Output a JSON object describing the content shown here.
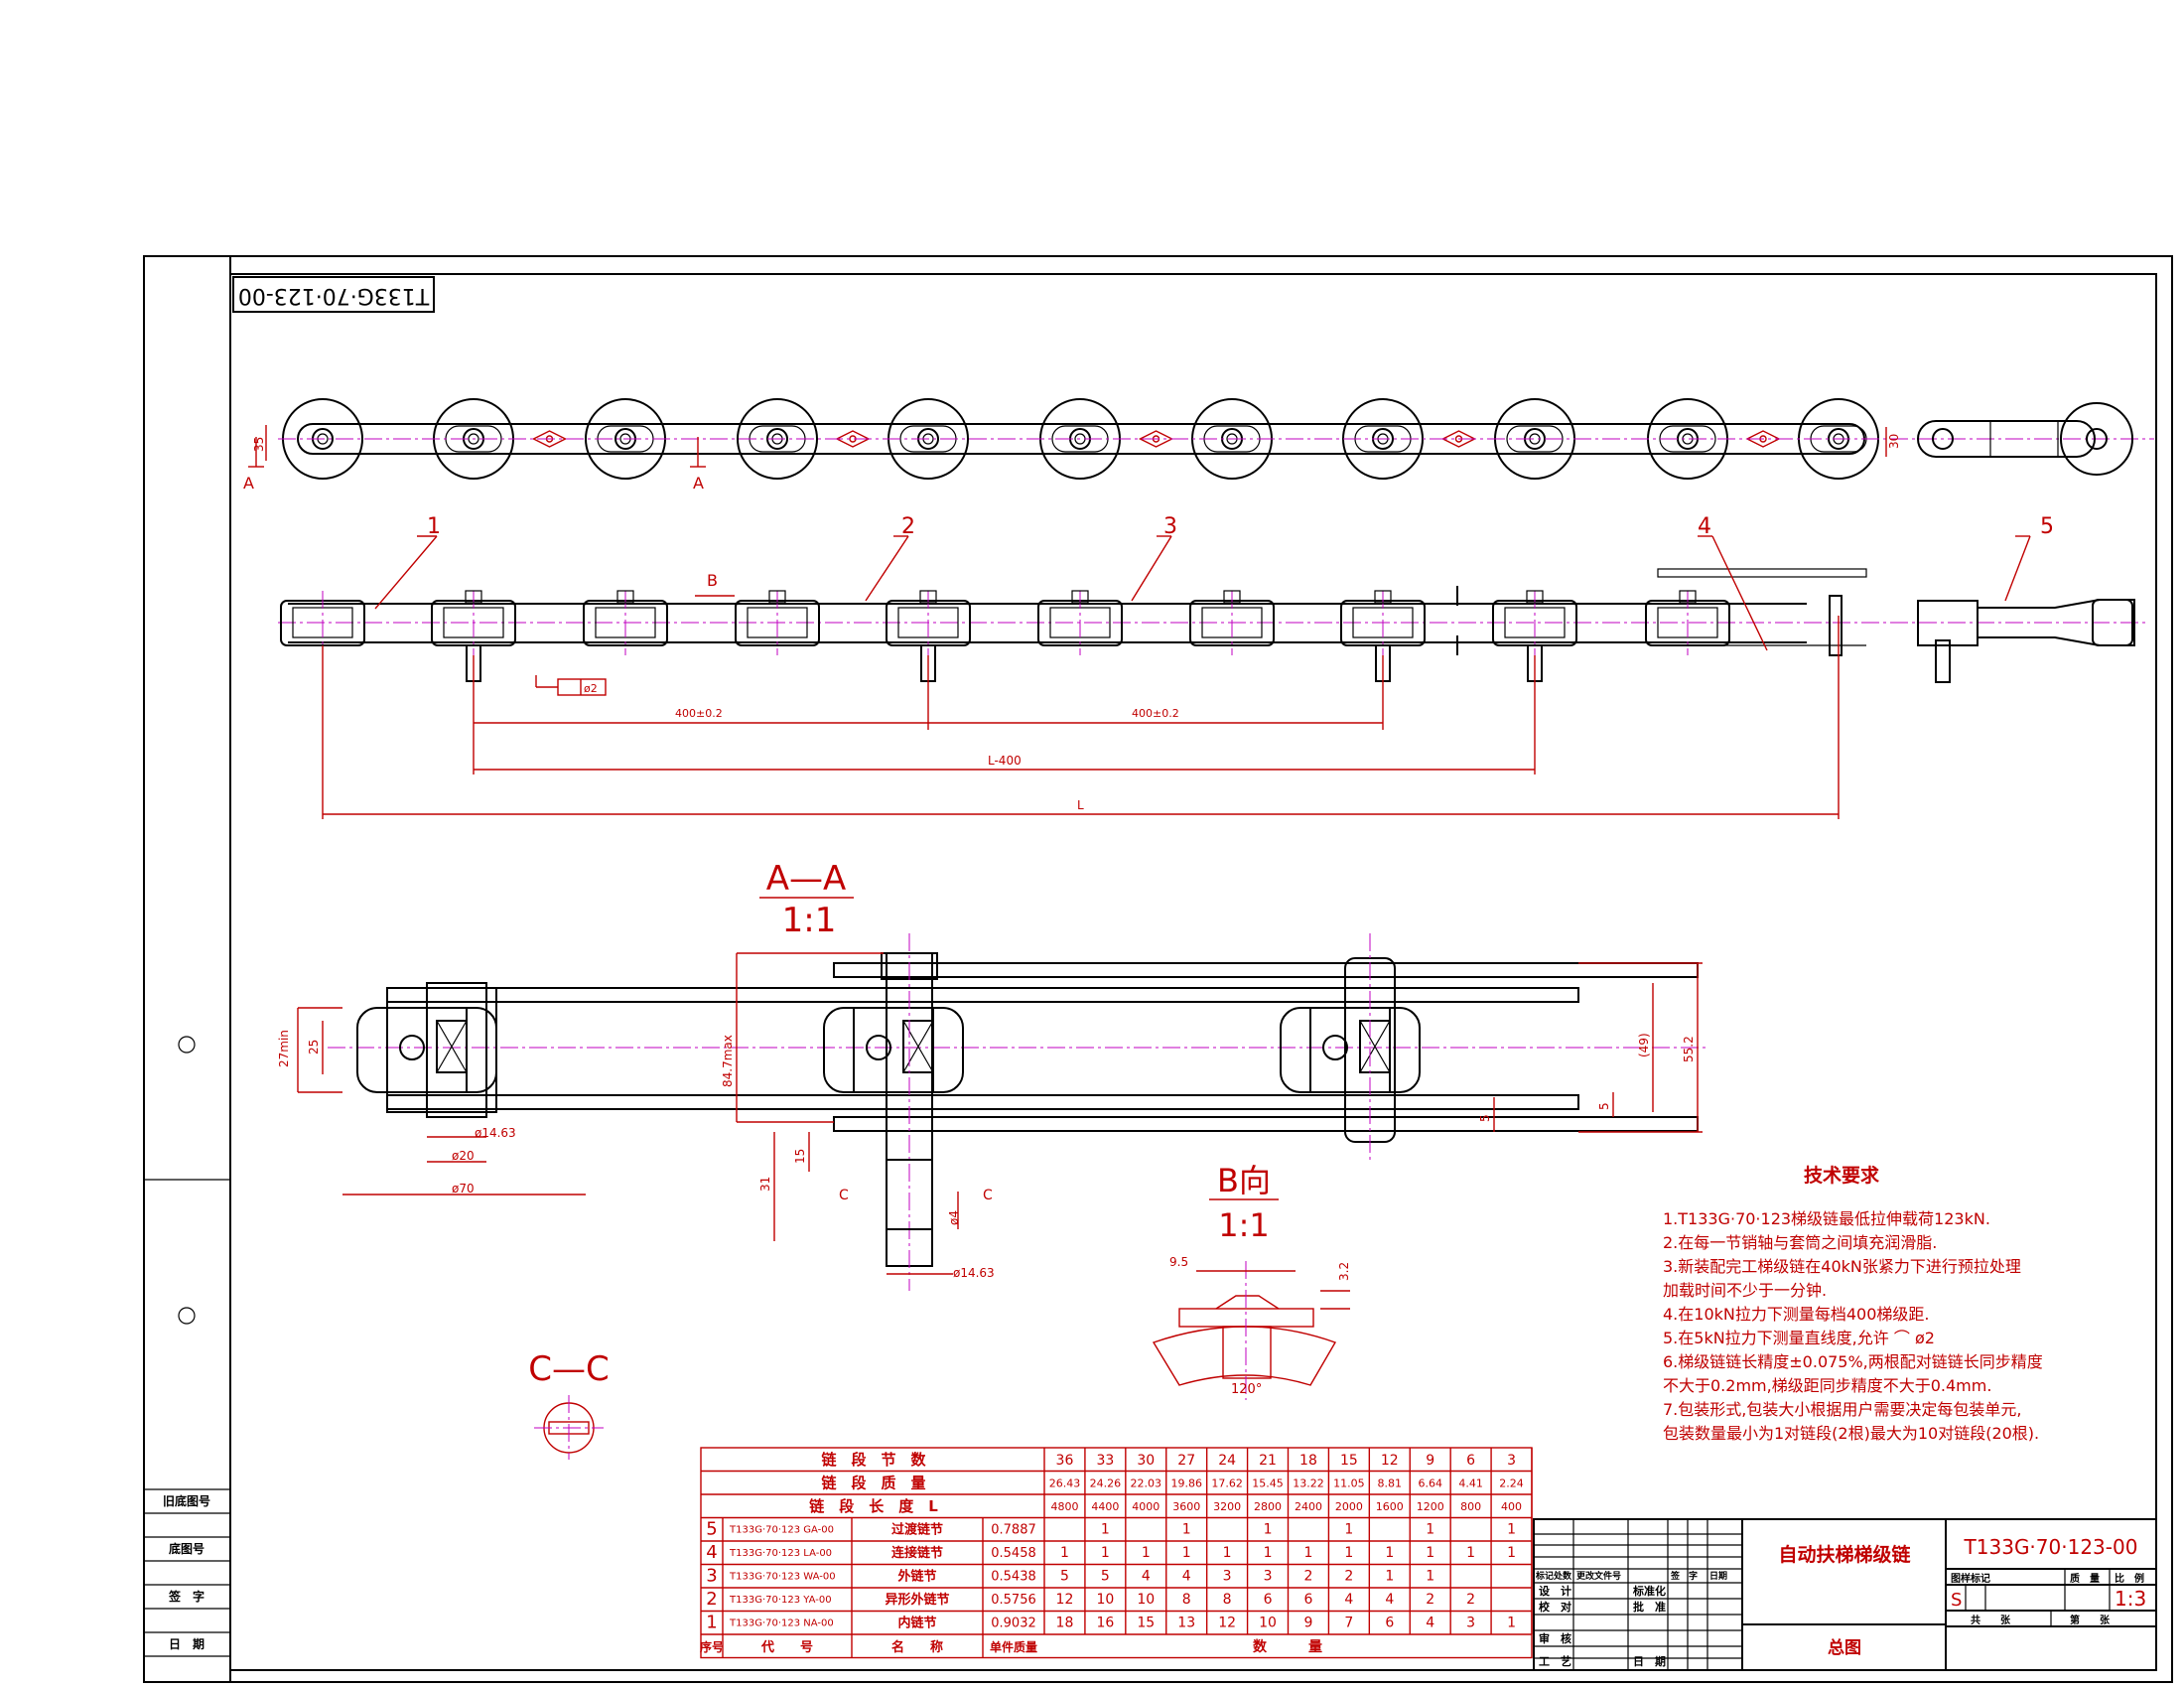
{
  "drawing_number": "T133G·70·123-00",
  "drawing_number_tl": "T133G·70·123-00",
  "title_name": "自动扶梯梯级链",
  "title_sub": "总图",
  "scale": "1:3",
  "stage_mark": "S",
  "callouts": [
    "1",
    "2",
    "3",
    "4",
    "5"
  ],
  "marks": {
    "A1": "A",
    "A2": "A",
    "B": "B",
    "C1": "C",
    "C2": "C"
  },
  "dims": {
    "d35": "35",
    "d30": "30",
    "p1": "400±0.2",
    "p2": "400±0.2",
    "L400": "L-400",
    "L": "L",
    "d27": "27min",
    "d25": "25",
    "d84": "84.7max",
    "d49": "(49)",
    "d55": "55.2",
    "d5a": "5",
    "d5b": "5",
    "d146a": "ø14.63",
    "d20": "ø20",
    "d70": "ø70",
    "d15": "15",
    "d31": "31",
    "d4": "ø4",
    "d146b": "ø14.63",
    "d95": "9.5",
    "d32": "3.2",
    "d120": "120°",
    "flat": "ø2"
  },
  "views": {
    "aa": "A—A",
    "aa_scale": "1:1",
    "b": "B向",
    "b_scale": "1:1",
    "cc": "C—C"
  },
  "tech": {
    "heading": "技术要求",
    "items": [
      "1.T133G·70·123梯级链最低拉伸载荷123kN.",
      "2.在每一节销轴与套筒之间填充润滑脂.",
      "3.新装配完工梯级链在40kN张紧力下进行预拉处理",
      "   加载时间不少于一分钟.",
      "4.在10kN拉力下测量每档400梯级距.",
      "5.在5kN拉力下测量直线度,允许 ⌒ ø2",
      "6.梯级链链长精度±0.075%,两根配对链链长同步精度",
      "   不大于0.2mm,梯级距同步精度不大于0.4mm.",
      "7.包装形式,包装大小根据用户需要决定每包装单元,",
      "   包装数量最小为1对链段(2根)最大为10对链段(20根)."
    ]
  },
  "table": {
    "row_labels": [
      "链　段　节　数",
      "链　段　质　量",
      "链　段　长　度　L"
    ],
    "sections": [
      "36",
      "33",
      "30",
      "27",
      "24",
      "21",
      "18",
      "15",
      "12",
      "9",
      "6",
      "3"
    ],
    "masses": [
      "26.43",
      "24.26",
      "22.03",
      "19.86",
      "17.62",
      "15.45",
      "13.22",
      "11.05",
      "8.81",
      "6.64",
      "4.41",
      "2.24"
    ],
    "lengths": [
      "4800",
      "4400",
      "4000",
      "3600",
      "3200",
      "2800",
      "2400",
      "2000",
      "1600",
      "1200",
      "800",
      "400"
    ],
    "parts": [
      {
        "no": "5",
        "code": "T133G·70·123 GA-00",
        "name": "过渡链节",
        "mass": "0.7887",
        "q": [
          "",
          "1",
          "",
          "1",
          "",
          "1",
          "",
          "1",
          "",
          "1",
          "",
          "1"
        ]
      },
      {
        "no": "4",
        "code": "T133G·70·123 LA-00",
        "name": "连接链节",
        "mass": "0.5458",
        "q": [
          "1",
          "1",
          "1",
          "1",
          "1",
          "1",
          "1",
          "1",
          "1",
          "1",
          "1",
          "1"
        ]
      },
      {
        "no": "3",
        "code": "T133G·70·123 WA-00",
        "name": "外链节",
        "mass": "0.5438",
        "q": [
          "5",
          "5",
          "4",
          "4",
          "3",
          "3",
          "2",
          "2",
          "1",
          "1",
          "",
          ""
        ]
      },
      {
        "no": "2",
        "code": "T133G·70·123 YA-00",
        "name": "异形外链节",
        "mass": "0.5756",
        "q": [
          "12",
          "10",
          "10",
          "8",
          "8",
          "6",
          "6",
          "4",
          "4",
          "2",
          "2",
          ""
        ]
      },
      {
        "no": "1",
        "code": "T133G·70·123 NA-00",
        "name": "内链节",
        "mass": "0.9032",
        "q": [
          "18",
          "16",
          "15",
          "13",
          "12",
          "10",
          "9",
          "7",
          "6",
          "4",
          "3",
          "1"
        ]
      }
    ],
    "header": {
      "no": "序号",
      "code": "代　　号",
      "name": "名　　称",
      "mass": "单件质量",
      "qty": "数　　　量"
    }
  },
  "titleblock": {
    "r1": [
      "标记处数",
      "更改文件号",
      "签　字",
      "日期"
    ],
    "design": "设　计",
    "std": "标准化",
    "check": "校　对",
    "approve": "批　准",
    "review": "审　核",
    "process": "工　艺",
    "date": "日　期",
    "mark": "图样标记",
    "weight": "质　量",
    "ratio": "比　例",
    "sheets": "共　　张",
    "sheet": "第　　张"
  },
  "left_strip": [
    "旧底图号",
    "底图号",
    "签　字",
    "日　期"
  ]
}
